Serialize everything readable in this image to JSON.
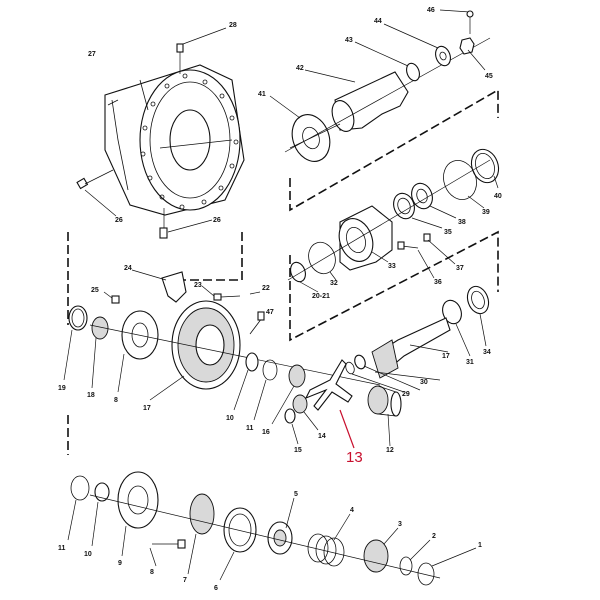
{
  "labels": {
    "l1": "1",
    "l2": "2",
    "l3": "3",
    "l4": "4",
    "l5": "5",
    "l6": "6",
    "l7": "7",
    "l8": "8",
    "l9": "9",
    "l10a": "10",
    "l10b": "10",
    "l11a": "11",
    "l11b": "11",
    "l12": "12",
    "l13": "13",
    "l14": "14",
    "l15": "15",
    "l16": "16",
    "l17a": "17",
    "l17b": "17",
    "l18": "18",
    "l19": "19",
    "l20": "20-21",
    "l22": "22",
    "l23": "23",
    "l24": "24",
    "l25": "25",
    "l26a": "26",
    "l26b": "26",
    "l27": "27",
    "l28": "28",
    "l29": "29",
    "l30": "30",
    "l31": "31",
    "l32": "32",
    "l33": "33",
    "l34": "34",
    "l35": "35",
    "l36": "36",
    "l37": "37",
    "l38": "38",
    "l39": "39",
    "l40": "40",
    "l41": "41",
    "l42": "42",
    "l43": "43",
    "l44": "44",
    "l45": "45",
    "l46": "46",
    "l47": "47"
  },
  "highlight_color": "#c8102e"
}
